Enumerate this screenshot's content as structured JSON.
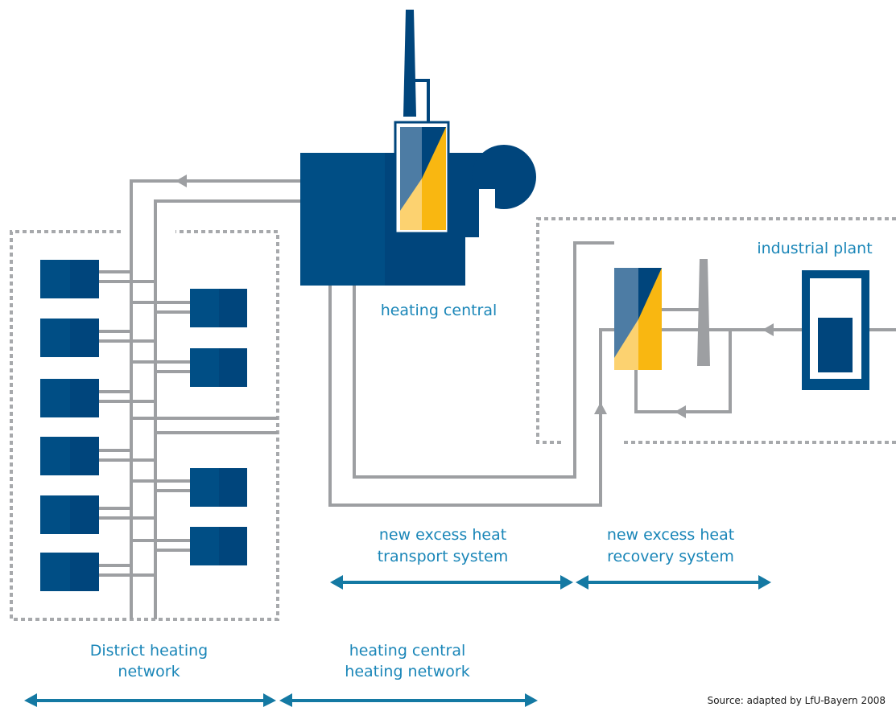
{
  "labels": {
    "heating_central": "heating central",
    "industrial_plant": "industrial plant",
    "transport_line1": "new excess heat",
    "transport_line2": "transport system",
    "recovery_line1": "new excess heat",
    "recovery_line2": "recovery system",
    "district_line1": "District heating",
    "district_line2": "network",
    "central_net_line1": "heating central",
    "central_net_line2": "heating network",
    "source": "Source: adapted by LfU-Bayern 2008"
  },
  "colors": {
    "navy": "#00457c",
    "mid_blue": "#004e85",
    "steel_blue": "#4d7ca4",
    "yellow": "#f9b711",
    "light_yellow": "#fcd270",
    "pipe_gray": "#9d9fa2",
    "label_blue": "#1a86b8",
    "arrow_blue": "#1479a3"
  }
}
